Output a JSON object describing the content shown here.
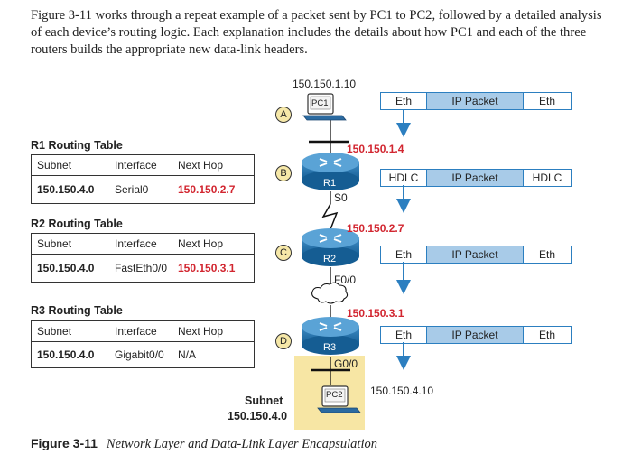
{
  "intro_text": "Figure 3-11 works through a repeat example of a packet sent by PC1 to PC2, followed by a detailed analysis of each device’s routing logic. Each explanation includes the details about how PC1 and each of the three routers builds the appropriate new data-link headers.",
  "pc1": {
    "ip": "150.150.1.10",
    "label": "PC1"
  },
  "pc2": {
    "ip": "150.150.4.10",
    "label": "PC2"
  },
  "subnet": {
    "title": "Subnet",
    "value": "150.150.4.0"
  },
  "steps": [
    "A",
    "B",
    "C",
    "D"
  ],
  "routers": [
    {
      "label": "R1",
      "in_ip": "150.150.1.4",
      "out_if": "S0"
    },
    {
      "label": "R2",
      "in_ip": "150.150.2.7",
      "out_if": "F0/0"
    },
    {
      "label": "R3",
      "in_ip": "150.150.3.1",
      "out_if": "G0/0"
    }
  ],
  "routing_tables": [
    {
      "title": "R1 Routing Table",
      "headers": [
        "Subnet",
        "Interface",
        "Next Hop"
      ],
      "row": [
        "150.150.4.0",
        "Serial0",
        "150.150.2.7"
      ]
    },
    {
      "title": "R2 Routing Table",
      "headers": [
        "Subnet",
        "Interface",
        "Next Hop"
      ],
      "row": [
        "150.150.4.0",
        "FastEth0/0",
        "150.150.3.1"
      ]
    },
    {
      "title": "R3 Routing Table",
      "headers": [
        "Subnet",
        "Interface",
        "Next Hop"
      ],
      "row": [
        "150.150.4.0",
        "Gigabit0/0",
        "N/A"
      ]
    }
  ],
  "frames": [
    {
      "header": "Eth",
      "payload": "IP Packet",
      "trailer": "Eth"
    },
    {
      "header": "HDLC",
      "payload": "IP Packet",
      "trailer": "HDLC"
    },
    {
      "header": "Eth",
      "payload": "IP Packet",
      "trailer": "Eth"
    },
    {
      "header": "Eth",
      "payload": "IP Packet",
      "trailer": "Eth"
    }
  ],
  "caption": {
    "number": "Figure 3-11",
    "title": "Network Layer and Data-Link Layer Encapsulation"
  },
  "colors": {
    "red": "#d22630",
    "frame_blue": "#2c7fc0",
    "frame_fill": "#a8cbe8",
    "router_blue": "#1f6fa8",
    "lan_yellow": "#f7e6a4"
  }
}
